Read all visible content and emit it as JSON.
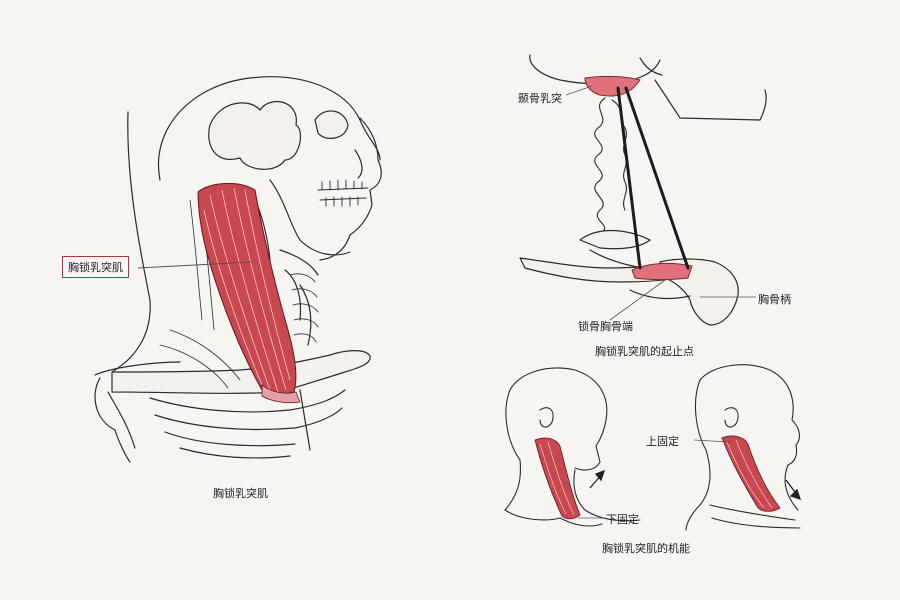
{
  "main_figure": {
    "label": "胸锁乳突肌",
    "caption": "胸锁乳突肌"
  },
  "attachment_figure": {
    "label_mastoid": "颞骨乳突",
    "label_manubrium": "胸骨柄",
    "label_sternoclavicular": "锁骨胸骨端",
    "caption": "胸锁乳突肌的起止点"
  },
  "function_figure": {
    "label_fixed_upper": "上固定",
    "label_fixed_lower": "下固定",
    "caption": "胸锁乳突肌的机能"
  },
  "colors": {
    "muscle": "#c9474f",
    "muscle_light": "#e6a0a3",
    "line": "#2b2b2b",
    "bone": "#f2efe9"
  }
}
